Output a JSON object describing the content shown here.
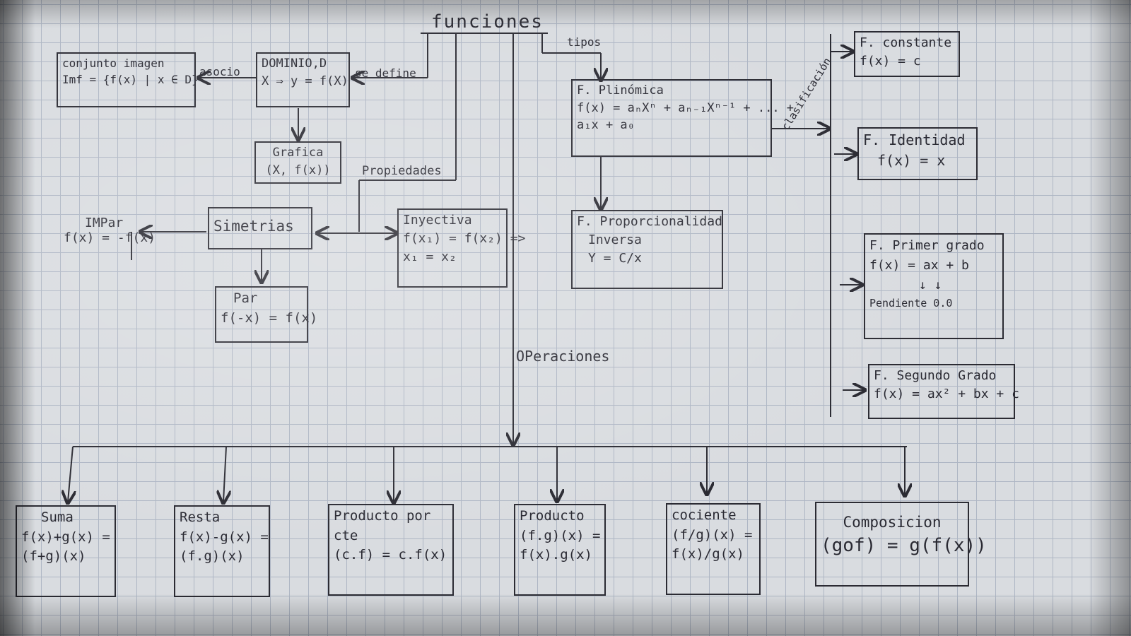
{
  "title": "funciones",
  "labels": {
    "tipos": "tipos",
    "asocio": "asocio",
    "se_define": "se define",
    "propiedades": "Propiedades",
    "clasificacion": "clasificación",
    "operaciones": "OPeraciones"
  },
  "imagen_box": {
    "line1": "conjunto imagen",
    "line2": "Imf = {f(x) | x ∈ D}"
  },
  "dominio_box": {
    "line1": "DOMINIO,D",
    "line2": "X ⇒ y = f(X)"
  },
  "grafica_box": {
    "line1": "Grafica",
    "line2": "(X, f(x))"
  },
  "impar": {
    "line1": "IMPar",
    "line2": "f(x) = -f(x)"
  },
  "simetrias_box": {
    "line1": "Simetrias"
  },
  "par_box": {
    "line1": "Par",
    "line2": "f(-x) = f(x)"
  },
  "inyectiva_box": {
    "line1": "Inyectiva",
    "line2": "f(x₁) = f(x₂) =>",
    "line3": "x₁ = x₂"
  },
  "polinomica_box": {
    "line1": "F. Plinómica",
    "line2": "f(x) = aₙXⁿ + aₙ₋₁Xⁿ⁻¹ + ... +",
    "line3": "a₁x + a₀"
  },
  "proporcionalidad_box": {
    "line1": "F. Proporcionalidad",
    "line2": "Inversa",
    "line3": "Y = C/x"
  },
  "constante_box": {
    "line1": "F. constante",
    "line2": "f(x) = c"
  },
  "identidad_box": {
    "line1": "F. Identidad",
    "line2": "f(x) = x"
  },
  "primer_grado_box": {
    "line1": "F. Primer grado",
    "line2": "f(x) = ax + b",
    "line3": "↓       ↓",
    "line4": "Pendiente   0.0"
  },
  "segundo_grado_box": {
    "line1": "F. Segundo Grado",
    "line2": "f(x) = ax² + bx + c"
  },
  "suma_box": {
    "line1": "Suma",
    "line2": "f(x)+g(x) =",
    "line3": "(f+g)(x)"
  },
  "resta_box": {
    "line1": "Resta",
    "line2": "f(x)-g(x) =",
    "line3": "(f.g)(x)"
  },
  "producto_cte_box": {
    "line1": "Producto por",
    "line2": "cte",
    "line3": "(c.f) = c.f(x)"
  },
  "producto_box": {
    "line1": "Producto",
    "line2": "(f.g)(x) =",
    "line3": "f(x).g(x)"
  },
  "cociente_box": {
    "line1": "cociente",
    "line2": "(f/g)(x) =",
    "line3": "f(x)/g(x)"
  },
  "composicion_box": {
    "line1": "Composicion",
    "line2": "(gof) = g(f(x))"
  }
}
